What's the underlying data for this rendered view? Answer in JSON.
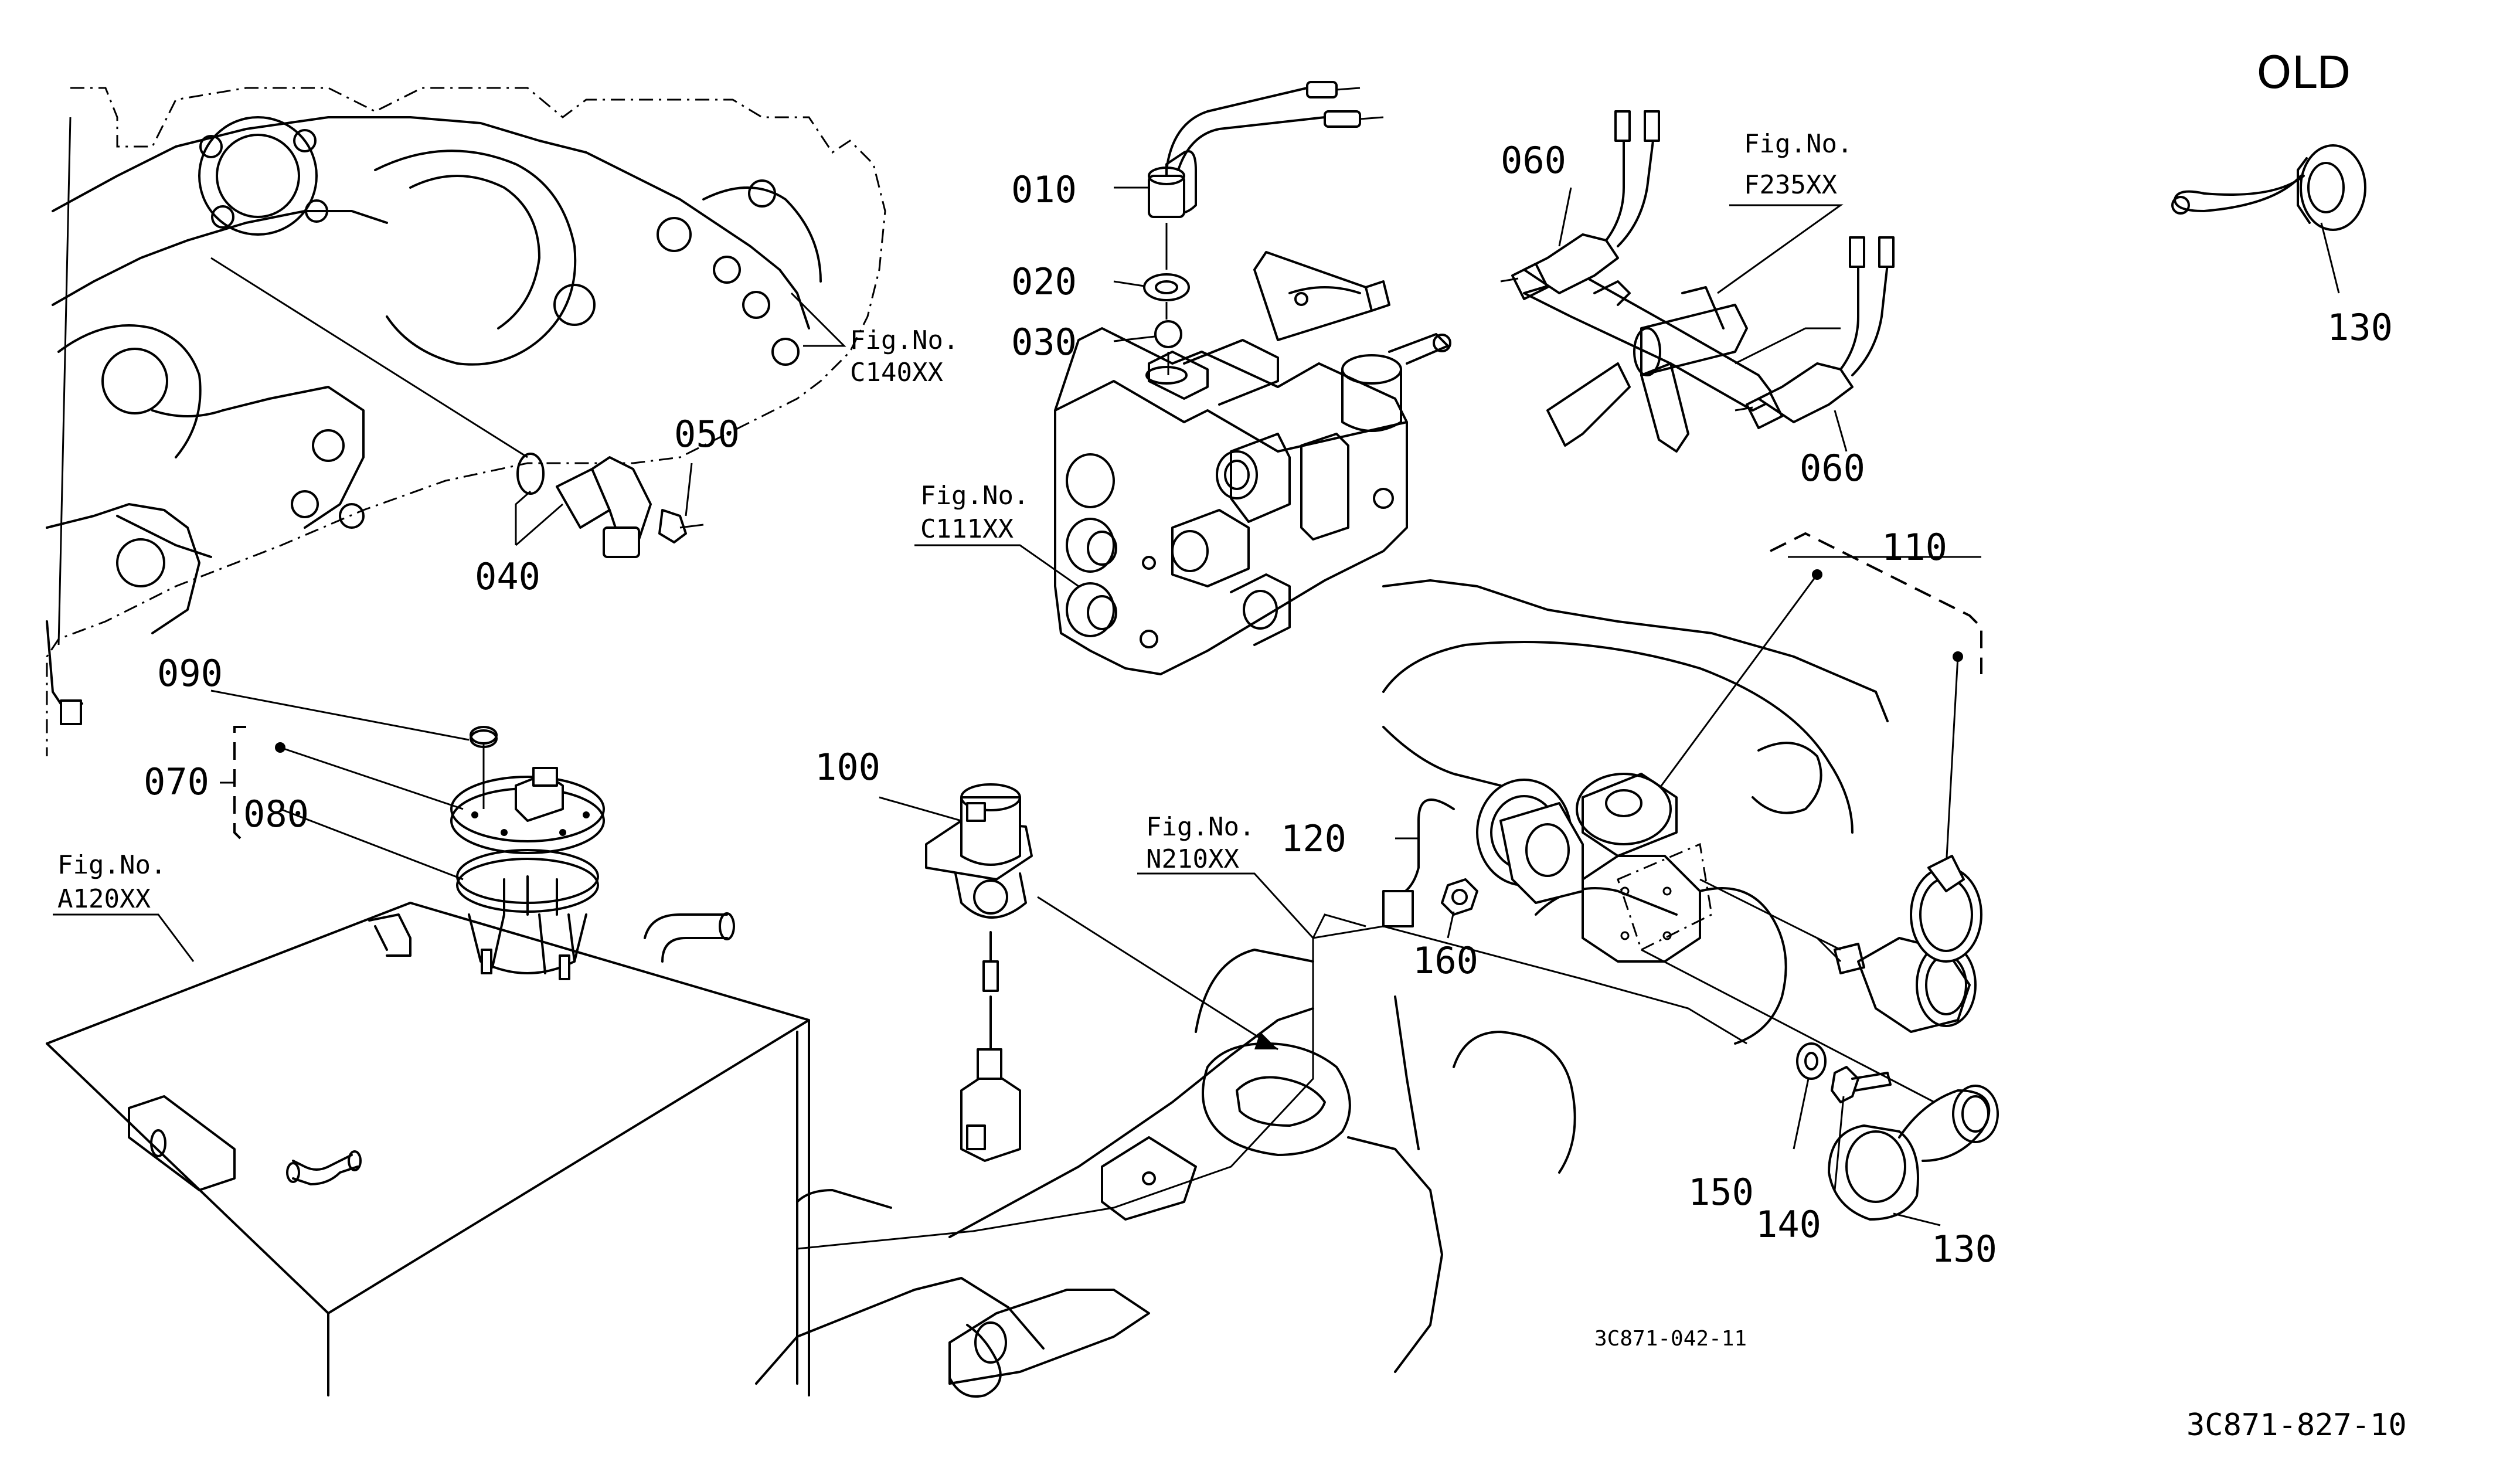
{
  "old_label": "OLD",
  "parts": {
    "p010": "010",
    "p020": "020",
    "p030": "030",
    "p040": "040",
    "p050": "050",
    "p060a": "060",
    "p060b": "060",
    "p070": "070",
    "p080": "080",
    "p090": "090",
    "p100": "100",
    "p110": "110",
    "p120": "120",
    "p130_old": "130",
    "p130": "130",
    "p140": "140",
    "p150": "150",
    "p160": "160"
  },
  "figrefs": {
    "c140": {
      "label": "Fig.No.",
      "code": "C140XX"
    },
    "c111": {
      "label": "Fig.No.",
      "code": "C111XX"
    },
    "f235": {
      "label": "Fig.No.",
      "code": "F235XX"
    },
    "a120": {
      "label": "Fig.No.",
      "code": "A120XX"
    },
    "n210": {
      "label": "Fig.No.",
      "code": "N210XX"
    }
  },
  "drawing_codes": {
    "inner": "3C871-042-11",
    "outer": "3C871-827-10"
  }
}
